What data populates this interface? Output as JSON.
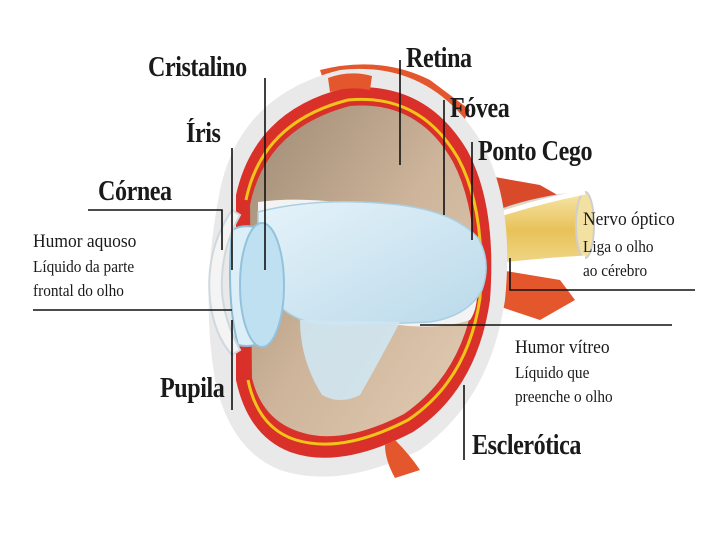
{
  "labels": {
    "cristalino": "Cristalino",
    "retina": "Retina",
    "fovea": "Fóvea",
    "iris": "Íris",
    "ponto_cego": "Ponto Cego",
    "cornea": "Córnea",
    "humor_aquoso": {
      "title": "Humor aquoso",
      "line1": "Líquido da parte",
      "line2": "frontal do olho"
    },
    "nervo_optico": {
      "title": "Nervo óptico",
      "line1": "Liga o olho",
      "line2": "ao cérebro"
    },
    "humor_vitreo": {
      "title": "Humor vítreo",
      "line1": "Líquido que",
      "line2": "preenche o olho"
    },
    "pupila": "Pupila",
    "esclerotica": "Esclerótica"
  },
  "colors": {
    "sclera": "#e9e9ea",
    "choroid": "#d9302a",
    "retina_line": "#f0c419",
    "vitreous": "#cfe6f2",
    "inner_cavity": "#cdb49a",
    "lens": "#bfe0f0",
    "nerve": "#e8c25a",
    "muscle": "#e4562c",
    "leader": "#111111"
  }
}
